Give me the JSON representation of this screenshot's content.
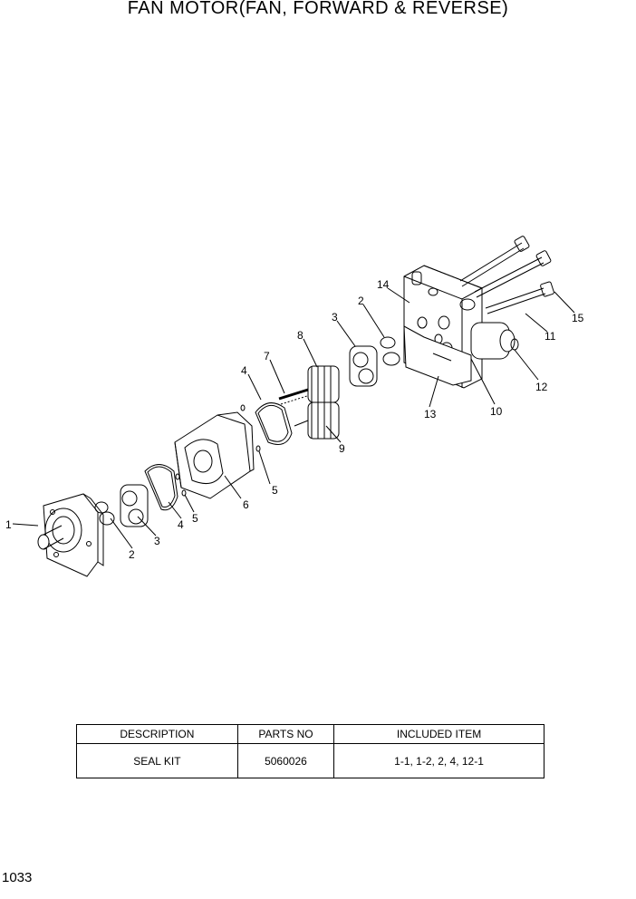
{
  "title": "FAN MOTOR(FAN, FORWARD & REVERSE)",
  "callouts": {
    "c1": "1",
    "c2a": "2",
    "c3a": "3",
    "c4a": "4",
    "c5a": "5",
    "c6": "6",
    "c5b": "5",
    "c4b": "4",
    "c7": "7",
    "c8": "8",
    "c9": "9",
    "c3b": "3",
    "c2b": "2",
    "c14": "14",
    "c13": "13",
    "c10": "10",
    "c12": "12",
    "c11": "11",
    "c15": "15"
  },
  "table": {
    "headers": [
      "DESCRIPTION",
      "PARTS NO",
      "INCLUDED ITEM"
    ],
    "rows": [
      [
        "SEAL KIT",
        "5060026",
        "1-1, 1-2, 2, 4, 12-1"
      ]
    ]
  },
  "page_number": "1033"
}
